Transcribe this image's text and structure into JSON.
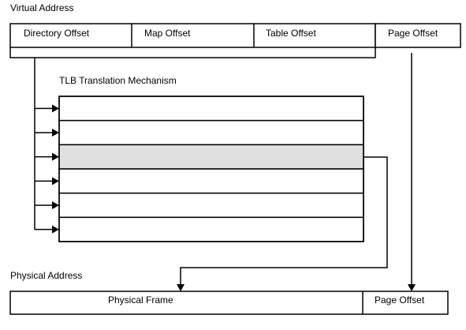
{
  "virtual_address": {
    "title": "Virtual Address",
    "fields": [
      "Directory Offset",
      "Map Offset",
      "Table Offset",
      "Page Offset"
    ]
  },
  "tlb": {
    "title": "TLB Translation Mechanism",
    "row_count": 6,
    "highlighted_row": 3,
    "highlight_color": "#e0e0e0"
  },
  "physical_address": {
    "title": "Physical Address",
    "fields": [
      "Physical Frame",
      "Page Offset"
    ]
  },
  "colors": {
    "line": "#000000",
    "background": "#ffffff"
  }
}
